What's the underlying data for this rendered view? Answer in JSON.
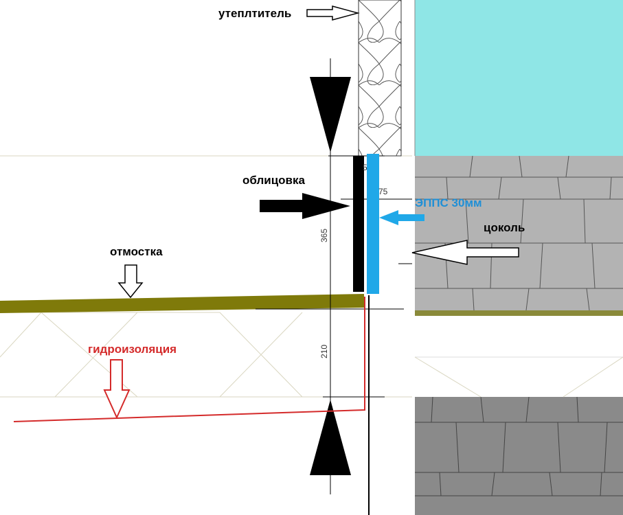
{
  "labels": {
    "insulation": "утеплтитель",
    "cladding": "облицовка",
    "epps": "ЭППС 30мм",
    "plinth": "цоколь",
    "blind_area": "отмостка",
    "waterproofing": "гидроизоляция"
  },
  "dimensions": {
    "top_offset": "5",
    "thickness": "75",
    "height_upper": "365",
    "height_lower": "210"
  },
  "colors": {
    "wall_cyan": "#8fe6e6",
    "plinth_light_stone": "#b3b3b3",
    "foundation_dark_stone": "#8a8a8a",
    "blind_area_olive": "#7f7a0a",
    "epps_blue": "#20a8e8",
    "label_blue": "#1f8fd6",
    "waterproofing_red": "#d42a2a",
    "cladding_black": "#000000"
  },
  "icons": {
    "dimension_arrow_top": "down-triangle-icon",
    "dimension_arrow_bottom": "up-triangle-icon",
    "cladding_pointer": "right-arrow-icon",
    "insulation_pointer": "hollow-right-arrow-icon",
    "plinth_pointer": "hollow-left-arrow-icon",
    "blind_area_pointer": "hollow-down-arrow-icon",
    "waterproofing_pointer": "hollow-down-arrow-icon",
    "epps_pointer": "blue-left-arrow-icon"
  }
}
